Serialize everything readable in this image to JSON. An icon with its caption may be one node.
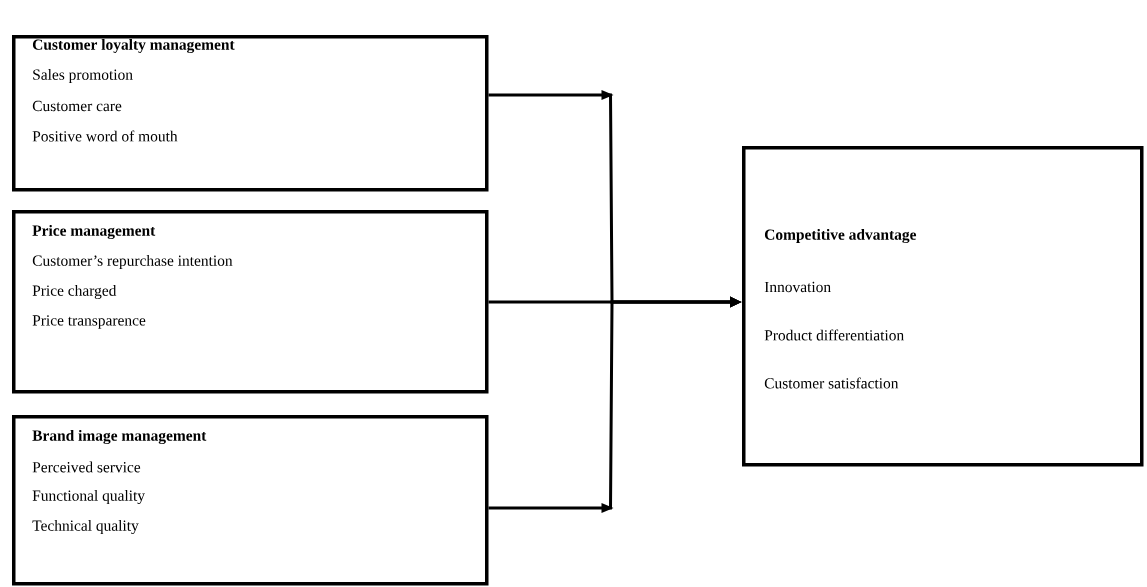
{
  "diagram": {
    "nodes": [
      {
        "text": [
          "Customer loyalty management",
          "Sales promotion",
          "Customer care",
          "Positive word of mouth"
        ]
      },
      {
        "text": [
          "Price management",
          "Customer’s repurchase intention",
          "Price charged",
          "Price transparence"
        ]
      },
      {
        "text": [
          "Brand image management",
          "Perceived service",
          "Functional quality",
          "Technical quality"
        ]
      },
      {
        "text": [
          "Competitive advantage",
          "Innovation",
          "Product differentiation",
          "Customer satisfaction"
        ]
      }
    ],
    "edges": [
      {
        "from": 0,
        "to": 3,
        "arrow": "to"
      },
      {
        "from": 1,
        "to": 3,
        "arrow": "to"
      },
      {
        "from": 2,
        "to": 3,
        "arrow": "to"
      }
    ]
  }
}
